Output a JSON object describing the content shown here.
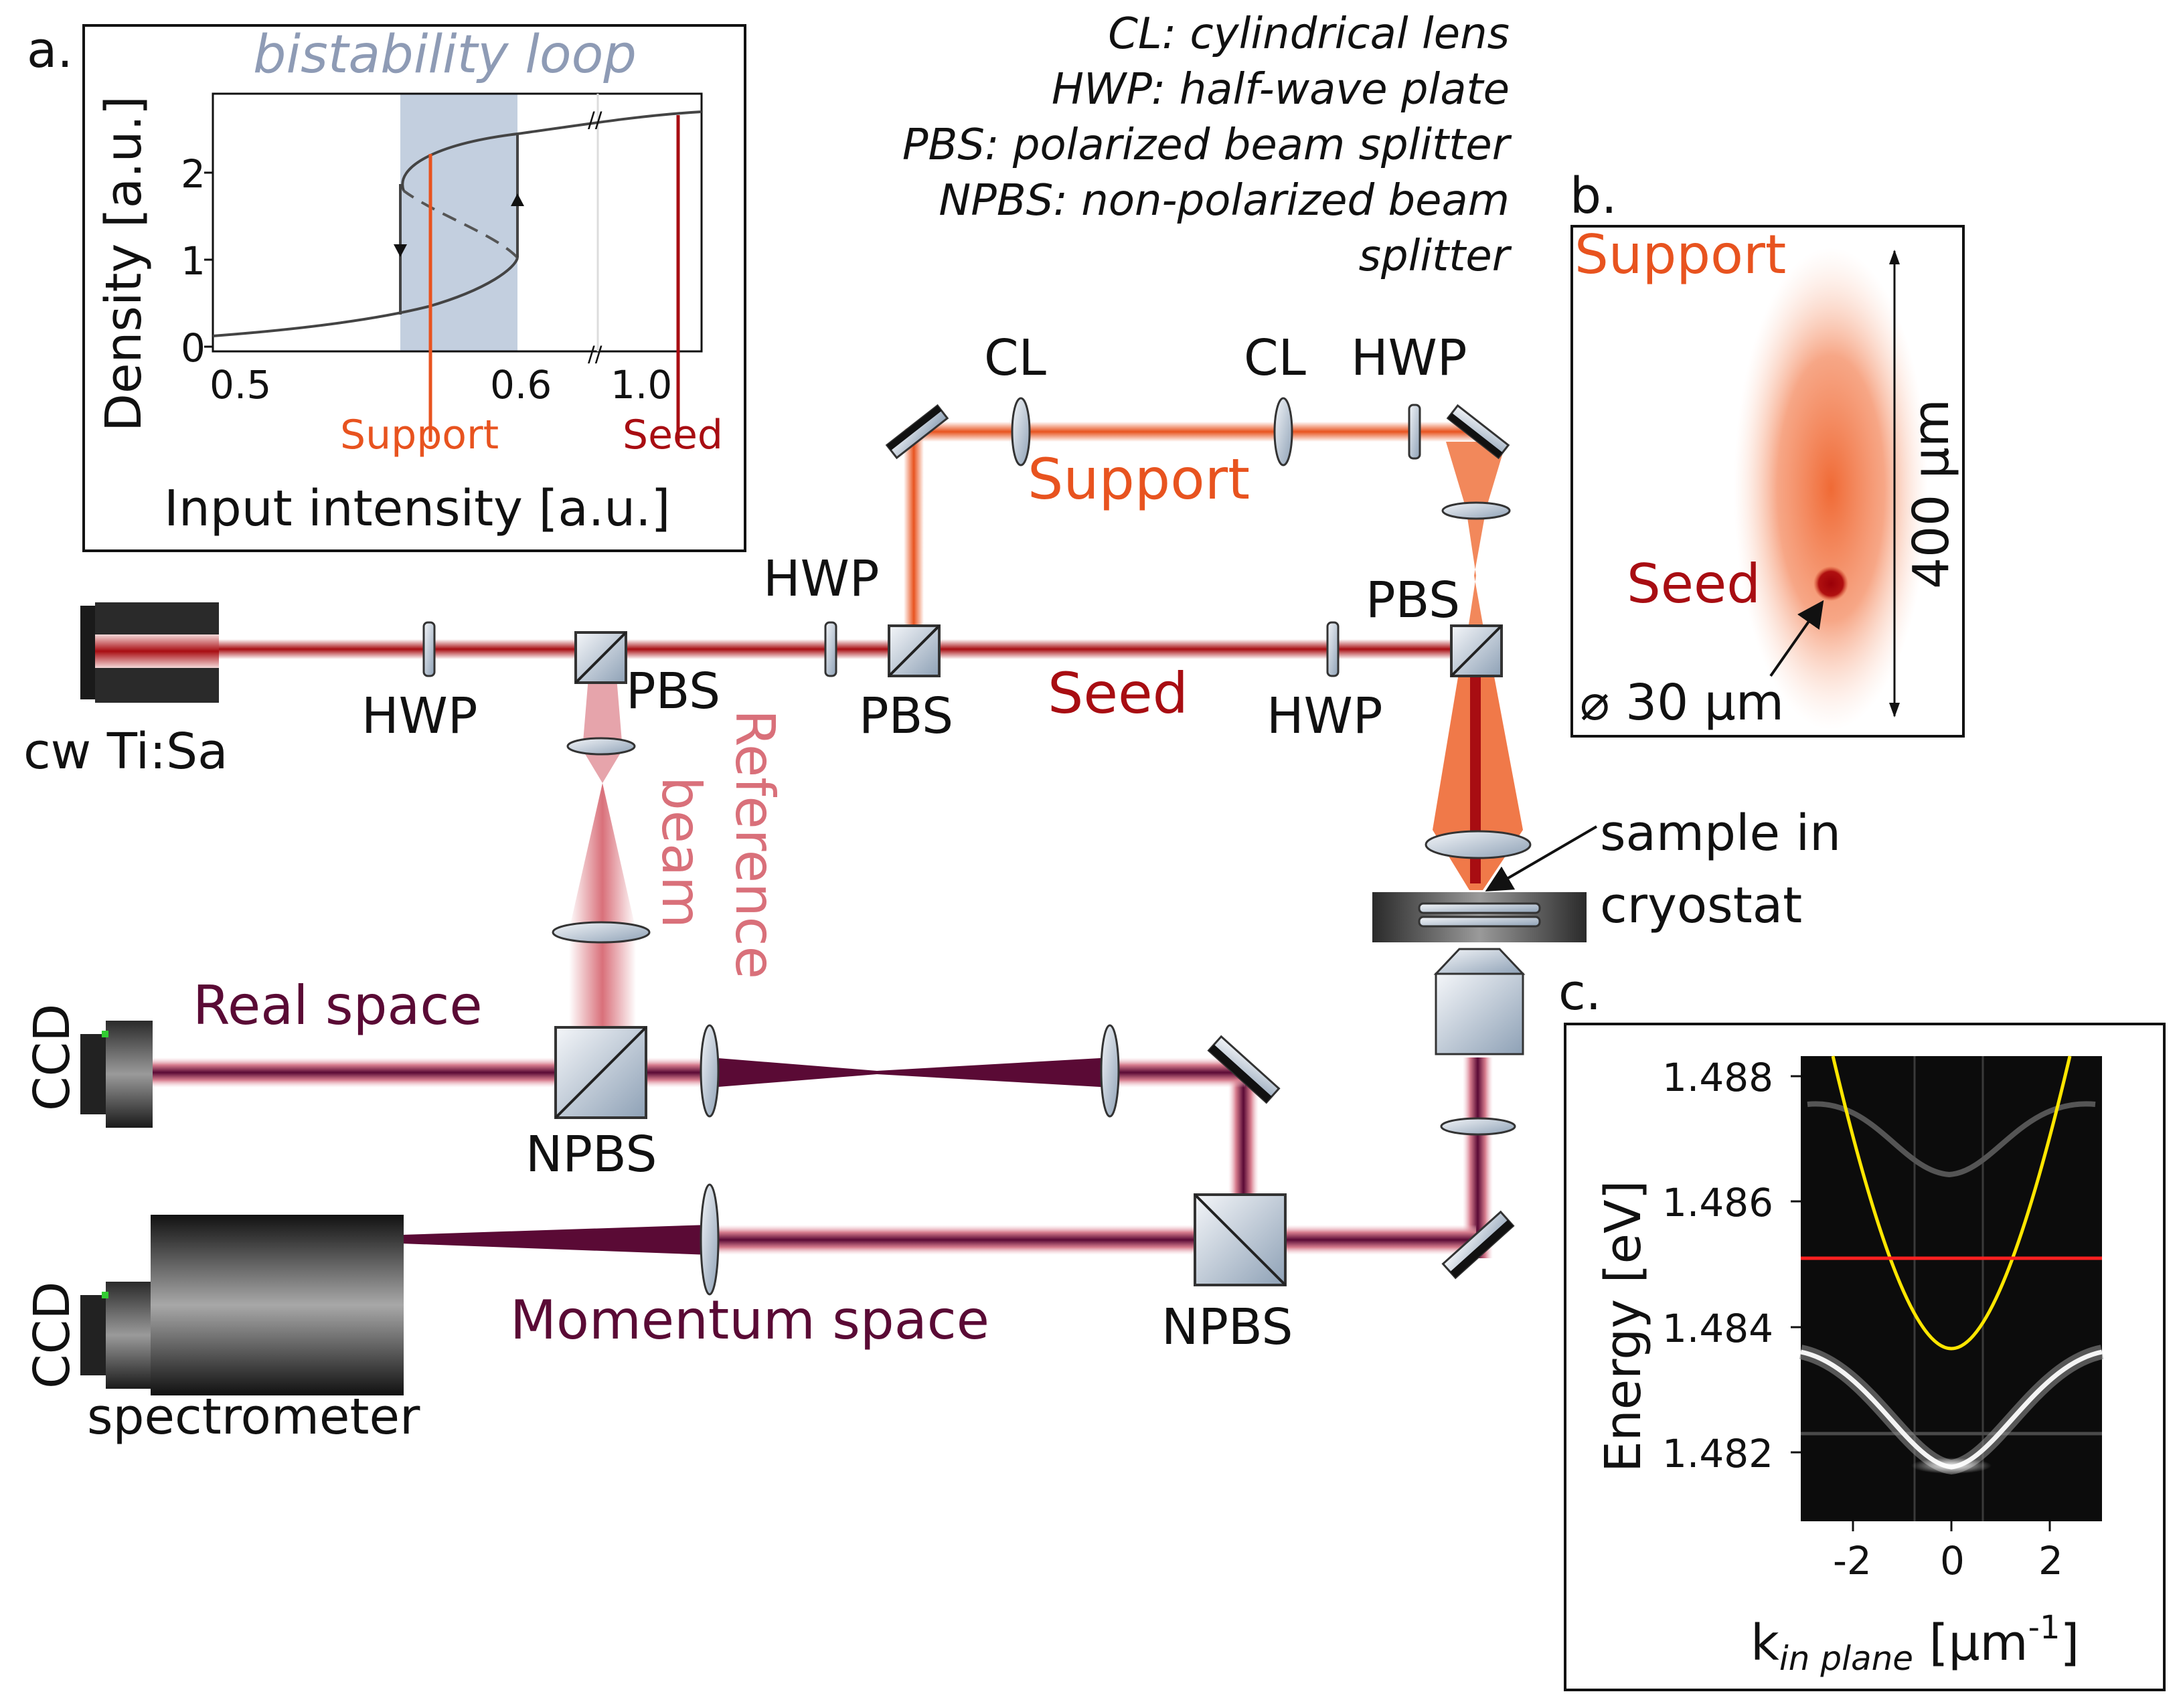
{
  "legend": {
    "line1": "CL: cylindrical lens",
    "line2": "HWP: half-wave plate",
    "line3": "PBS: polarized beam splitter",
    "line4": "NPBS: non-polarized beam",
    "line5": "splitter"
  },
  "panel_a": {
    "letter": "a.",
    "title": "bistability loop",
    "ylabel": "Density [a.u.]",
    "xlabel": "Input intensity [a.u.]",
    "yticks": [
      "0",
      "1",
      "2"
    ],
    "xticks": [
      "0.5",
      "0.6",
      "1.0"
    ],
    "support_label": "Support",
    "seed_label": "Seed"
  },
  "panel_b": {
    "letter": "b.",
    "support": "Support",
    "seed": "Seed",
    "size": "400 µm",
    "diameter": "⌀ 30 µm"
  },
  "panel_c": {
    "letter": "c.",
    "ylabel": "Energy [eV]",
    "xlabel_main": "k",
    "xlabel_sub": "in plane",
    "xlabel_unit": " [µm",
    "xlabel_exp": "-1",
    "xlabel_close": "]",
    "yticks": [
      "1.488",
      "1.486",
      "1.484",
      "1.482"
    ],
    "xticks": [
      "-2",
      "0",
      "2"
    ]
  },
  "setup": {
    "laser": "cw Ti:Sa",
    "hwp": "HWP",
    "pbs": "PBS",
    "cl": "CL",
    "npbs": "NPBS",
    "support": "Support",
    "seed": "Seed",
    "reference1": "Reference",
    "reference2": "beam",
    "real_space": "Real space",
    "momentum_space": "Momentum space",
    "ccd": "CCD",
    "spectrometer": "spectrometer",
    "sample1": "sample in",
    "sample2": "cryostat"
  },
  "colors": {
    "support": "#e8531f",
    "seed": "#a80d12",
    "reference": "#d9707a",
    "detection": "#5a0a35",
    "loop_shade": "#c3cfdf",
    "title_gray": "#8e9bb5",
    "parabola": "#ffe600",
    "red_line": "#ff2020"
  }
}
